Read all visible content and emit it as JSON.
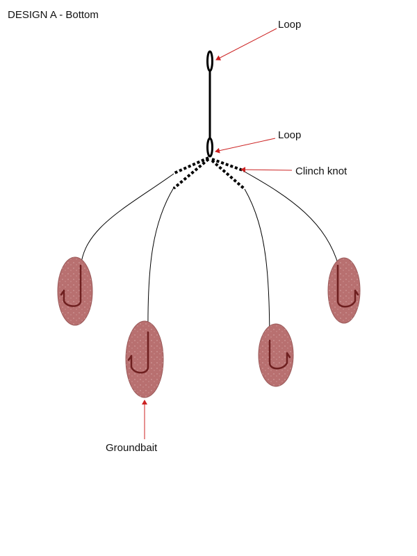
{
  "title": "DESIGN A - Bottom",
  "labels": {
    "loop_top": "Loop",
    "loop_bottom": "Loop",
    "clinch_knot": "Clinch knot",
    "groundbait": "Groundbait"
  },
  "colors": {
    "line": "#000000",
    "arrow": "#cc2222",
    "bait_fill": "#b87070",
    "bait_stroke": "#9a5a5a",
    "hook": "#6e1f1f",
    "speckle": "#e8c4c4"
  },
  "icons": {
    "hook": "fishing-hook-icon",
    "bait": "groundbait-ball-icon",
    "loop": "line-loop-icon"
  }
}
